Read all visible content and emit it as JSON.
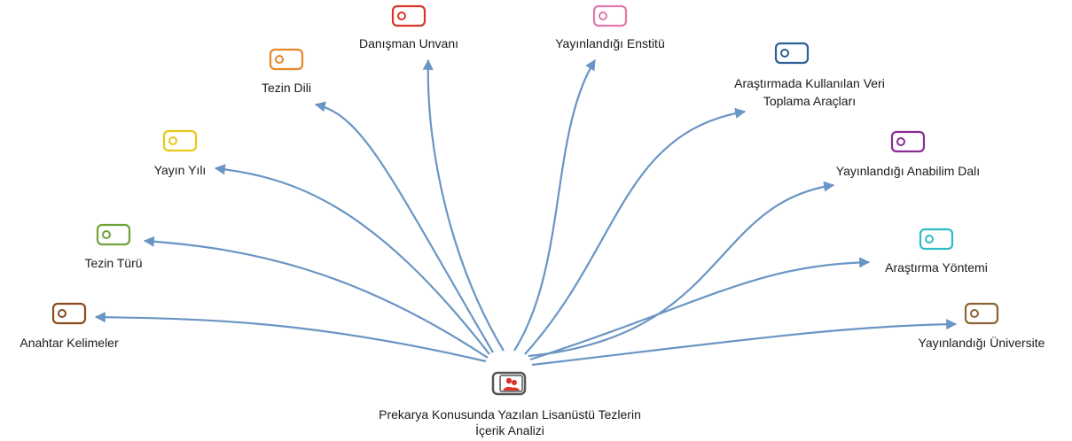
{
  "center": {
    "label_line1": "Prekarya Konusunda Yazılan Lisanüstü Tezlerin",
    "label_line2": "İçerik Analizi",
    "icon": "person-group-icon",
    "color": "#d9352c"
  },
  "nodes": [
    {
      "id": "anahtar",
      "label": "Anahtar Kelimeler",
      "label2": "",
      "color": "#8b4a1e",
      "icon": "tag-icon"
    },
    {
      "id": "tur",
      "label": "Tezin Türü",
      "label2": "",
      "color": "#6ea33a",
      "icon": "tag-icon"
    },
    {
      "id": "yil",
      "label": "Yayın Yılı",
      "label2": "",
      "color": "#e8c81a",
      "icon": "tag-icon"
    },
    {
      "id": "dil",
      "label": "Tezin Dili",
      "label2": "",
      "color": "#e8862a",
      "icon": "tag-icon"
    },
    {
      "id": "unvan",
      "label": "Danışman Unvanı",
      "label2": "",
      "color": "#d9352c",
      "icon": "tag-icon"
    },
    {
      "id": "enstitu",
      "label": "Yayınlandığı Enstitü",
      "label2": "",
      "color": "#e07aa8",
      "icon": "tag-icon"
    },
    {
      "id": "veri",
      "label": "Araştırmada Kullanılan Veri",
      "label2": "Toplama Araçları",
      "color": "#2d5f98",
      "icon": "tag-icon"
    },
    {
      "id": "dal",
      "label": "Yayınlandığı Anabilim Dalı",
      "label2": "",
      "color": "#8a2c93",
      "icon": "tag-icon"
    },
    {
      "id": "yontem",
      "label": "Araştırma Yöntemi",
      "label2": "",
      "color": "#2fbcc9",
      "icon": "tag-icon"
    },
    {
      "id": "universite",
      "label": "Yayınlandığı Üniversite",
      "label2": "",
      "color": "#8a6434",
      "icon": "tag-icon"
    }
  ],
  "edge_color": "#6a95c4"
}
